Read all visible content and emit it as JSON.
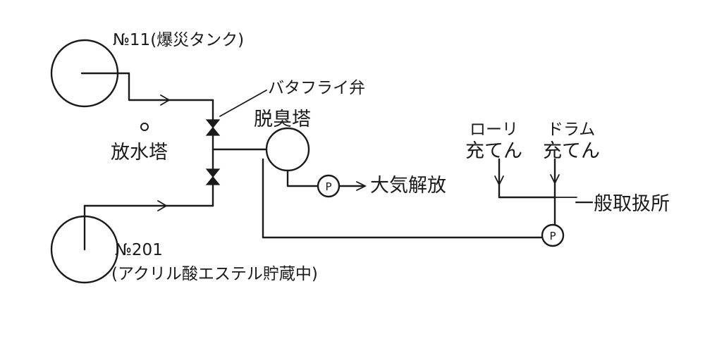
{
  "labels": {
    "tank_11": "№11(爆災タンク)",
    "butterfly_valve": "バタフライ弁",
    "deodorizing_tower": "脱臭塔",
    "water_tower": "放水塔",
    "atmosphere_release": "大気解放",
    "lorry_title": "ローリ",
    "lorry_fill": "充てん",
    "drum_title": "ドラム",
    "drum_fill": "充てん",
    "general_handling": "一般取扱所",
    "tank_201_no": "№201",
    "tank_201_desc": "(アクリル酸エステル貯蔵中)",
    "pump_symbol": "P"
  }
}
